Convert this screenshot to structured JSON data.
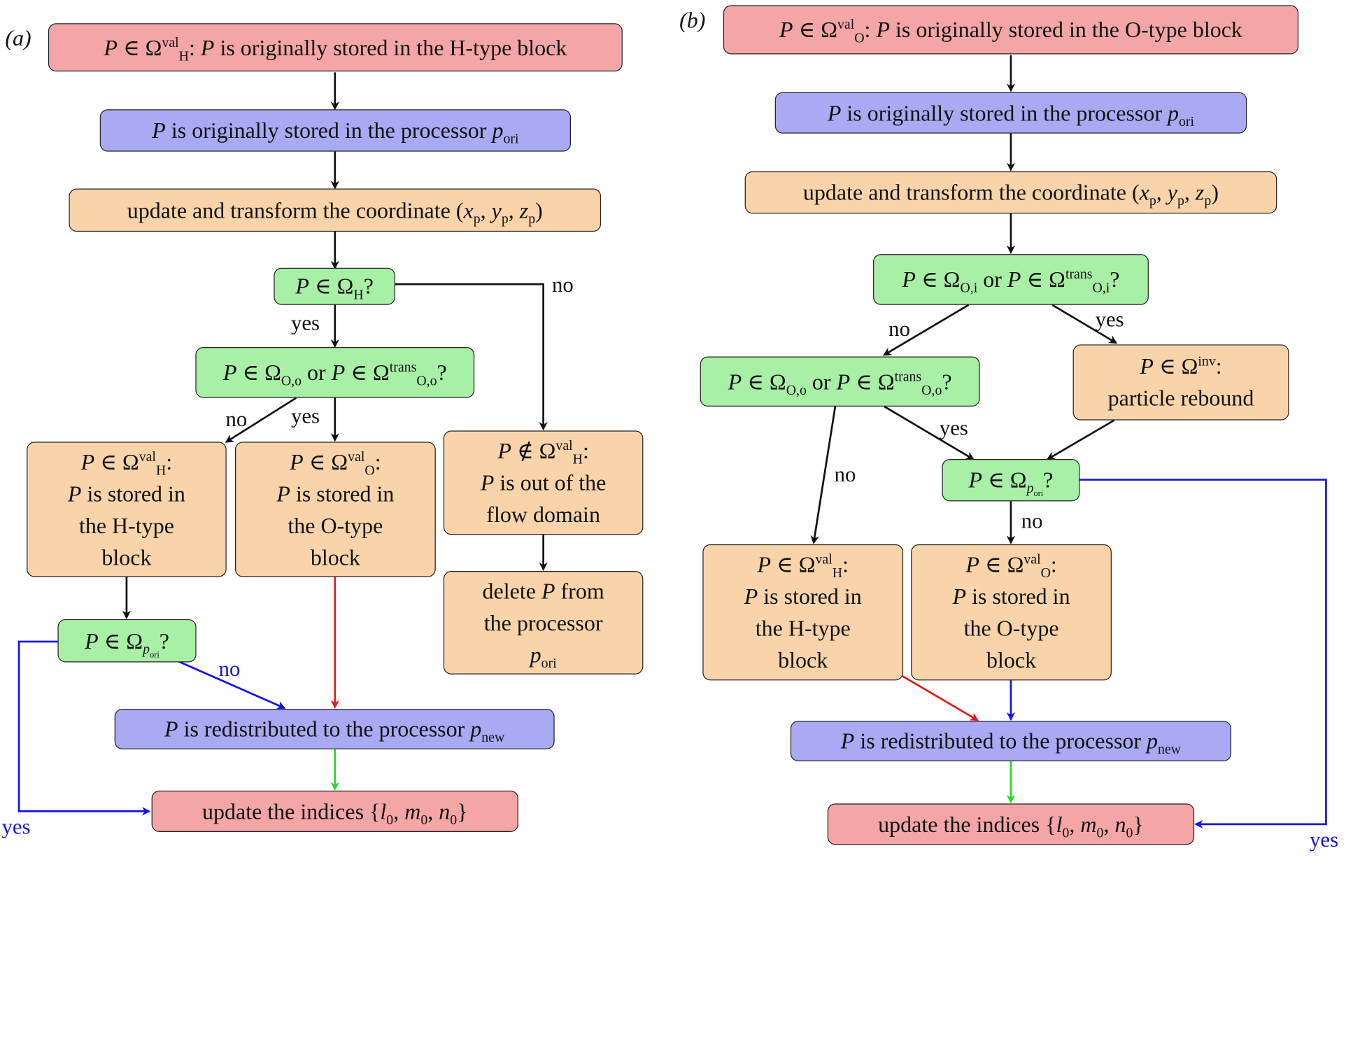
{
  "panels": [
    {
      "id": "a",
      "label": "(a)"
    },
    {
      "id": "b",
      "label": "(b)"
    }
  ],
  "symbols": {
    "P": "P",
    "elem": "∈",
    "notin": "∉",
    "Omega": "Ω",
    "or": "or",
    "q": "?",
    "colon": ":",
    "val": "val",
    "trans": "trans",
    "inv": "inv",
    "H": "H",
    "O": "O",
    "Oi": "O,i",
    "Oo": "O,o",
    "p": "p",
    "ori": "ori",
    "new": "new"
  },
  "text": {
    "orig_h_block": "is originally stored in the H-type block",
    "orig_o_block": "is originally stored in the O-type block",
    "orig_proc": "is originally stored in the processor",
    "update_coord": "update and transform the coordinate",
    "coord_x": "x",
    "coord_y": "y",
    "coord_z": "z",
    "coord_sub": "p",
    "stored_in": "is stored in",
    "the_h_type": "the H-type",
    "the_o_type": "the O-type",
    "block": "block",
    "is_out_of_the": "is out of the",
    "flow_domain": "flow domain",
    "delete": "delete",
    "from": "from",
    "the_processor": "the processor",
    "redistributed": "is redistributed to the processor",
    "update_indices": "update the indices",
    "idx_l": "l",
    "idx_m": "m",
    "idx_n": "n",
    "idx_sub": "0",
    "particle_rebound": "particle rebound"
  },
  "edge_labels": {
    "yes": "yes",
    "no": "no"
  },
  "colors": {
    "red_box": "#f4a6a6",
    "blue_box": "#a9aaf3",
    "orange_box": "#f9d4aa",
    "green_box": "#a9f0a7",
    "arrow_black": "#111111",
    "arrow_blue": "#1414e6",
    "arrow_red": "#e31a1a",
    "arrow_green": "#22dd22"
  }
}
